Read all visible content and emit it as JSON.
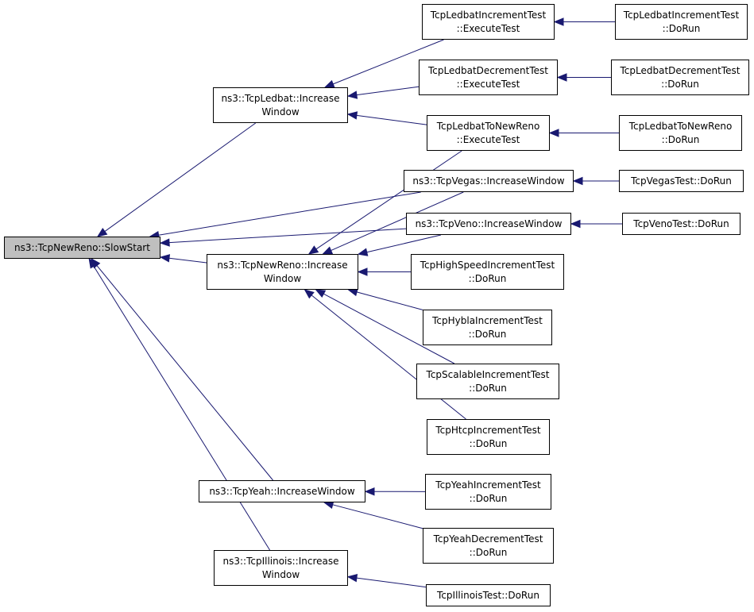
{
  "colors": {
    "edge": "#191970",
    "root_fill": "#bfbfbf",
    "node_fill": "#ffffff",
    "border": "#000000"
  },
  "nodes": {
    "root": {
      "lines": [
        "ns3::TcpNewReno::SlowStart"
      ]
    },
    "ledbat_iw": {
      "lines": [
        "ns3::TcpLedbat::Increase",
        "Window"
      ]
    },
    "newreno_iw": {
      "lines": [
        "ns3::TcpNewReno::Increase",
        "Window"
      ]
    },
    "yeah_iw": {
      "lines": [
        "ns3::TcpYeah::IncreaseWindow"
      ]
    },
    "illinois_iw": {
      "lines": [
        "ns3::TcpIllinois::Increase",
        "Window"
      ]
    },
    "ledbat_inc_exec": {
      "lines": [
        "TcpLedbatIncrementTest",
        "::ExecuteTest"
      ]
    },
    "ledbat_dec_exec": {
      "lines": [
        "TcpLedbatDecrementTest",
        "::ExecuteTest"
      ]
    },
    "ledbat_nr_exec": {
      "lines": [
        "TcpLedbatToNewReno",
        "::ExecuteTest"
      ]
    },
    "vegas_iw": {
      "lines": [
        "ns3::TcpVegas::IncreaseWindow"
      ]
    },
    "veno_iw": {
      "lines": [
        "ns3::TcpVeno::IncreaseWindow"
      ]
    },
    "highspeed_run": {
      "lines": [
        "TcpHighSpeedIncrementTest",
        "::DoRun"
      ]
    },
    "hybla_run": {
      "lines": [
        "TcpHyblaIncrementTest",
        "::DoRun"
      ]
    },
    "scalable_run": {
      "lines": [
        "TcpScalableIncrementTest",
        "::DoRun"
      ]
    },
    "htcp_run": {
      "lines": [
        "TcpHtcpIncrementTest",
        "::DoRun"
      ]
    },
    "yeah_inc_run": {
      "lines": [
        "TcpYeahIncrementTest",
        "::DoRun"
      ]
    },
    "yeah_dec_run": {
      "lines": [
        "TcpYeahDecrementTest",
        "::DoRun"
      ]
    },
    "illinois_run": {
      "lines": [
        "TcpIllinoisTest::DoRun"
      ]
    },
    "ledbat_inc_run": {
      "lines": [
        "TcpLedbatIncrementTest",
        "::DoRun"
      ]
    },
    "ledbat_dec_run": {
      "lines": [
        "TcpLedbatDecrementTest",
        "::DoRun"
      ]
    },
    "ledbat_nr_run": {
      "lines": [
        "TcpLedbatToNewReno",
        "::DoRun"
      ]
    },
    "vegas_run": {
      "lines": [
        "TcpVegasTest::DoRun"
      ]
    },
    "veno_run": {
      "lines": [
        "TcpVenoTest::DoRun"
      ]
    }
  },
  "edges": [
    {
      "from": "ledbat_iw",
      "to": "root"
    },
    {
      "from": "vegas_iw",
      "to": "root"
    },
    {
      "from": "veno_iw",
      "to": "root"
    },
    {
      "from": "newreno_iw",
      "to": "root"
    },
    {
      "from": "yeah_iw",
      "to": "root"
    },
    {
      "from": "illinois_iw",
      "to": "root"
    },
    {
      "from": "ledbat_inc_exec",
      "to": "ledbat_iw"
    },
    {
      "from": "ledbat_dec_exec",
      "to": "ledbat_iw"
    },
    {
      "from": "ledbat_nr_exec",
      "to": "ledbat_iw"
    },
    {
      "from": "ledbat_nr_exec",
      "to": "newreno_iw"
    },
    {
      "from": "vegas_iw",
      "to": "newreno_iw"
    },
    {
      "from": "veno_iw",
      "to": "newreno_iw"
    },
    {
      "from": "highspeed_run",
      "to": "newreno_iw"
    },
    {
      "from": "hybla_run",
      "to": "newreno_iw"
    },
    {
      "from": "scalable_run",
      "to": "newreno_iw"
    },
    {
      "from": "htcp_run",
      "to": "newreno_iw"
    },
    {
      "from": "yeah_inc_run",
      "to": "yeah_iw"
    },
    {
      "from": "yeah_dec_run",
      "to": "yeah_iw"
    },
    {
      "from": "illinois_run",
      "to": "illinois_iw"
    },
    {
      "from": "ledbat_inc_run",
      "to": "ledbat_inc_exec"
    },
    {
      "from": "ledbat_dec_run",
      "to": "ledbat_dec_exec"
    },
    {
      "from": "ledbat_nr_run",
      "to": "ledbat_nr_exec"
    },
    {
      "from": "vegas_run",
      "to": "vegas_iw"
    },
    {
      "from": "veno_run",
      "to": "veno_iw"
    }
  ]
}
